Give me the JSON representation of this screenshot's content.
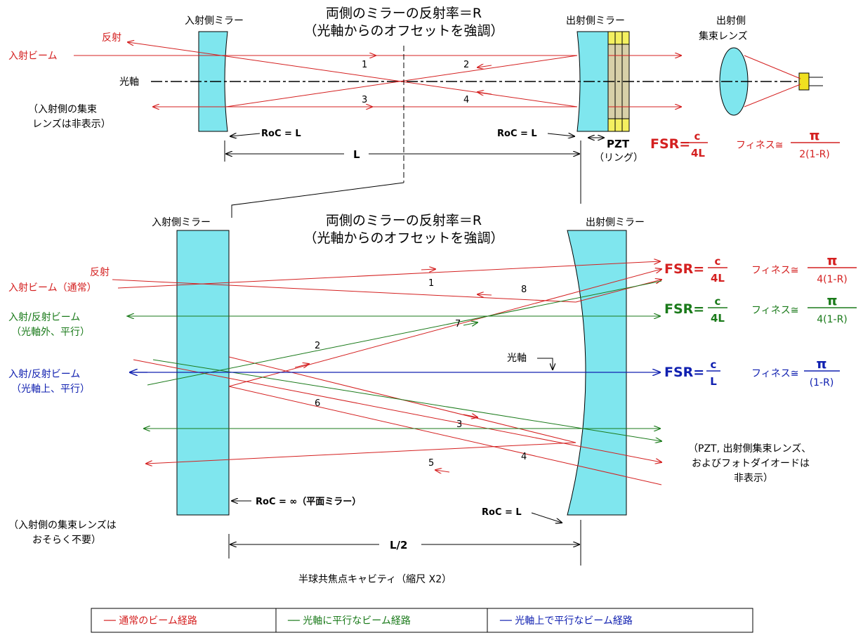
{
  "top": {
    "title1": "両側のミラーの反射率＝R",
    "title2": "（光軸からのオフセットを強調）",
    "input_mirror": "入射側ミラー",
    "output_mirror": "出射側ミラー",
    "output_lens1": "出射側",
    "output_lens2": "集束レンズ",
    "reflect": "反射",
    "input_beam": "入射ビーム",
    "optical_axis": "光軸",
    "note1": "（入射側の集束",
    "note2": "レンズは非表示）",
    "roc_left": "RoC = L",
    "roc_right": "RoC = L",
    "length": "L",
    "pzt": "PZT",
    "ring": "（リング）",
    "fsr_label": "FSR=",
    "fsr_num": "c",
    "fsr_den": "4L",
    "finesse_label": "フィネス≅",
    "finesse_num": "π",
    "finesse_den": "2(1-R)",
    "nums": [
      "1",
      "2",
      "3",
      "4"
    ]
  },
  "bottom": {
    "title1": "両側のミラーの反射率＝R",
    "title2": "（光軸からのオフセットを強調）",
    "input_mirror": "入射側ミラー",
    "output_mirror": "出射側ミラー",
    "reflect": "反射",
    "input_beam_normal": "入射ビーム（通常）",
    "io_beam_off1": "入射/反射ビーム",
    "io_beam_off2": "（光軸外、平行）",
    "io_beam_on1": "入射/反射ビーム",
    "io_beam_on2": "（光軸上、平行）",
    "optical_axis": "光軸",
    "roc_flat": "RoC = ∞（平面ミラー）",
    "roc_curved": "RoC = L",
    "length": "L/2",
    "note_in1": "（入射側の集束レンズは",
    "note_in2": "おそらく不要）",
    "note_out1": "（PZT, 出射側集束レンズ、",
    "note_out2": "およびフォトダイオードは",
    "note_out3": "非表示）",
    "caption": "半球共焦点キャビティ（縮尺 X2）",
    "nums": [
      "1",
      "2",
      "3",
      "4",
      "5",
      "6",
      "7",
      "8"
    ],
    "formulas": [
      {
        "fsr_label": "FSR=",
        "fsr_num": "c",
        "fsr_den": "4L",
        "finesse_label": "フィネス≅",
        "finesse_num": "π",
        "finesse_den": "4(1-R)",
        "color": "#d42020"
      },
      {
        "fsr_label": "FSR=",
        "fsr_num": "c",
        "fsr_den": "4L",
        "finesse_label": "フィネス≅",
        "finesse_num": "π",
        "finesse_den": "4(1-R)",
        "color": "#1a7a1a"
      },
      {
        "fsr_label": "FSR=",
        "fsr_num": "c",
        "fsr_den": "L",
        "finesse_label": "フィネス≅",
        "finesse_num": "π",
        "finesse_den": "(1-R)",
        "color": "#1020b0"
      }
    ]
  },
  "legend": {
    "normal": "── 通常のビーム経路",
    "parallel": "── 光軸に平行なビーム経路",
    "on_axis": "── 光軸上で平行なビーム経路"
  },
  "colors": {
    "red": "#d42020",
    "green": "#1a7a1a",
    "blue": "#1020b0",
    "mirror": "#7fe6ee"
  }
}
